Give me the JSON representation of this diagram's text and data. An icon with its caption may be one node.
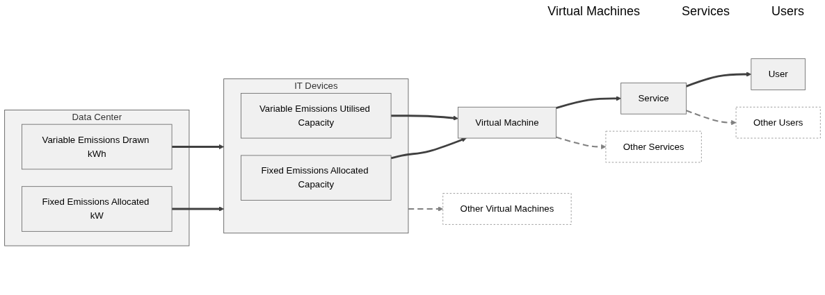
{
  "diagram": {
    "nodes": [
      {
        "text": [
          "Data Center"
        ]
      },
      {
        "text": [
          "Fixed Emissions Allocated kW"
        ],
        "in": 0
      },
      {
        "text": [
          "Variable Emissions Drawn kWh"
        ],
        "in": 0
      },
      {
        "text": [
          "IT Devices"
        ]
      },
      {
        "text": [
          "Fixed Emissions Allocated Capacity"
        ],
        "in": 3
      },
      {
        "text": [
          "Variable Emissions Utilised Capacity"
        ],
        "in": 3
      },
      {
        "text": [
          "Virtual Machine"
        ]
      },
      {
        "text": [
          "Other Virtual Machines"
        ]
      },
      {
        "text": [
          "Service"
        ]
      },
      {
        "text": [
          "Other Services"
        ]
      },
      {
        "text": [
          "User"
        ]
      },
      {
        "text": [
          "Other Users"
        ]
      }
    ],
    "edges": [
      {
        "from": 1,
        "to": 3,
        "arrow": "to"
      },
      {
        "from": 2,
        "to": 3,
        "arrow": "to"
      },
      {
        "from": 4,
        "to": 6,
        "arrow": "to"
      },
      {
        "from": 5,
        "to": 6,
        "arrow": "to"
      },
      {
        "from": 3,
        "to": 7,
        "arrow": "to",
        "style": "dashed",
        "color": "#808080"
      },
      {
        "from": 6,
        "to": 8,
        "arrow": "to"
      },
      {
        "from": 6,
        "to": 9,
        "arrow": "to",
        "style": "dashed",
        "color": "#808080"
      },
      {
        "from": 8,
        "to": 10,
        "arrow": "to"
      },
      {
        "from": 8,
        "to": 11,
        "arrow": "to",
        "style": "dashed",
        "color": "#808080"
      }
    ],
    "labels": [
      "Virtual Machines",
      "Services",
      "Users"
    ]
  }
}
